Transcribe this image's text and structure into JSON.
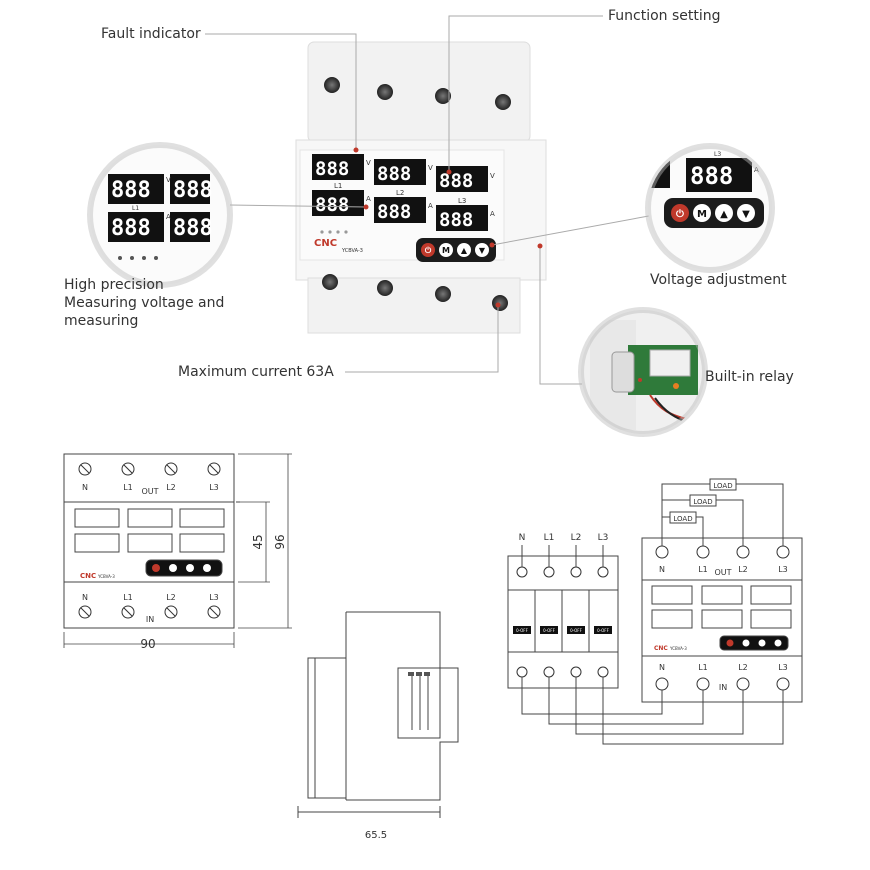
{
  "callouts": {
    "fault_indicator": "Fault indicator",
    "function_setting": "Function setting",
    "high_precision": "High precision\nMeasuring voltage and\nmeasuring",
    "voltage_adjustment": "Voltage adjustment",
    "max_current": "Maximum current 63A",
    "built_in_relay": "Built-in relay"
  },
  "device": {
    "brand": "CNC",
    "model": "YCBVA-3",
    "display": "888",
    "unit_v": "V",
    "unit_a": "A",
    "phase_labels": [
      "L1",
      "L2",
      "L3"
    ],
    "buttons": {
      "power": "⏻",
      "mode": "M",
      "up": "▲",
      "down": "▼"
    }
  },
  "front_view": {
    "out_label": "OUT",
    "in_label": "IN",
    "terminals": [
      "N",
      "L1",
      "L2",
      "L3"
    ],
    "dim_width": "90",
    "dim_inner": "45",
    "dim_height": "96"
  },
  "side_view": {
    "dim_depth": "65.5"
  },
  "wiring": {
    "breaker_labels": [
      "N",
      "L1",
      "L2",
      "L3"
    ],
    "breaker_switch": "0-OFF",
    "load_label": "LOAD",
    "out_label": "OUT",
    "in_label": "IN",
    "terminals": [
      "N",
      "L1",
      "L2",
      "L3"
    ]
  },
  "colors": {
    "accent": "#c0392b",
    "display_bg": "#111111",
    "digit": "#ffffff"
  }
}
